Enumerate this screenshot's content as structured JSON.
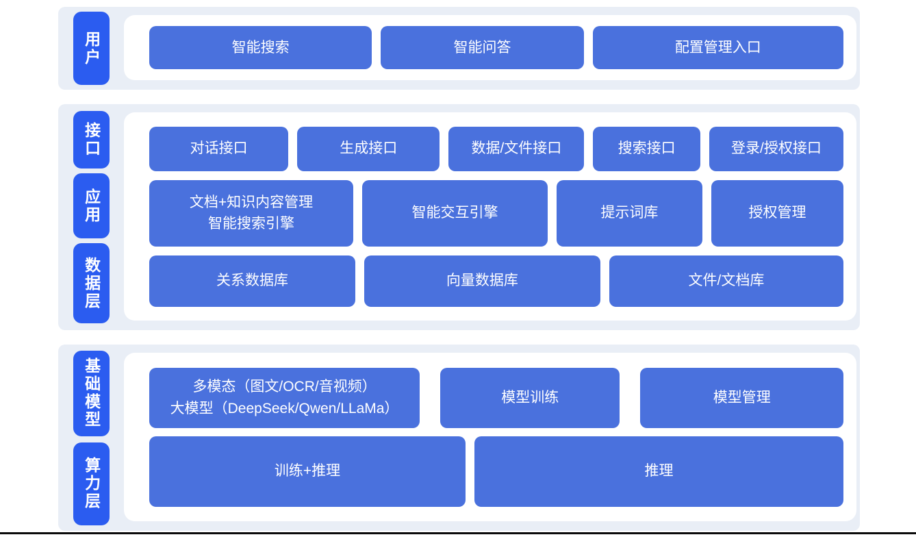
{
  "colors": {
    "pill_blue": "#2b5cf0",
    "box_blue": "#4a71dd",
    "section_bg": "#e9eef6",
    "panel_bg": "#ffffff",
    "text_on_blue": "#ffffff",
    "divider": "#0a0a0a"
  },
  "sections": [
    {
      "name": "user-layer",
      "pills": [
        {
          "label": "用户"
        }
      ],
      "rows": [
        {
          "boxes": [
            {
              "label": "智能搜索"
            },
            {
              "label": "智能问答"
            },
            {
              "label": "配置管理入口"
            }
          ]
        }
      ]
    },
    {
      "name": "interface-application-data",
      "pills": [
        {
          "label": "接口"
        },
        {
          "label": "应用"
        },
        {
          "label": "数据层"
        }
      ],
      "rows": [
        {
          "boxes": [
            {
              "label": "对话接口"
            },
            {
              "label": "生成接口"
            },
            {
              "label": "数据/文件接口"
            },
            {
              "label": "搜索接口"
            },
            {
              "label": "登录/授权接口"
            }
          ]
        },
        {
          "boxes": [
            {
              "label": "文档+知识内容管理\n智能搜索引擎"
            },
            {
              "label": "智能交互引擎"
            },
            {
              "label": "提示词库"
            },
            {
              "label": "授权管理"
            }
          ]
        },
        {
          "boxes": [
            {
              "label": "关系数据库"
            },
            {
              "label": "向量数据库"
            },
            {
              "label": "文件/文档库"
            }
          ]
        }
      ]
    },
    {
      "name": "foundation-model-compute",
      "pills": [
        {
          "label": "基础模型"
        },
        {
          "label": "算力层"
        }
      ],
      "rows": [
        {
          "boxes": [
            {
              "label": "多模态（图文/OCR/音视频）\n大模型（DeepSeek/Qwen/LLaMa）"
            },
            {
              "label": "模型训练"
            },
            {
              "label": "模型管理"
            }
          ]
        },
        {
          "boxes": [
            {
              "label": "训练+推理"
            },
            {
              "label": "推理"
            }
          ]
        }
      ]
    }
  ]
}
